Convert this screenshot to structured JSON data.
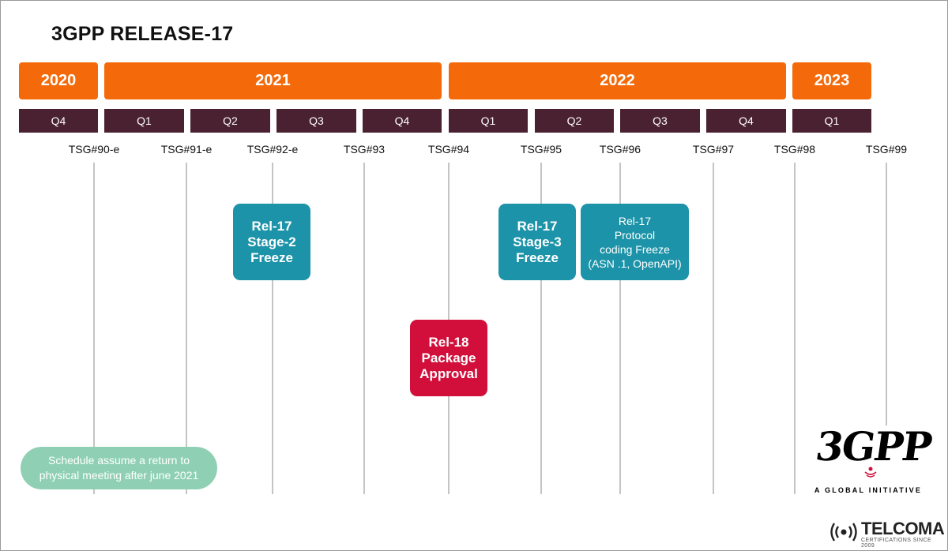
{
  "title": "3GPP RELEASE-17",
  "years": [
    {
      "label": "2020"
    },
    {
      "label": "2021"
    },
    {
      "label": "2022"
    },
    {
      "label": "2023"
    }
  ],
  "quarters": [
    "Q4",
    "Q1",
    "Q2",
    "Q3",
    "Q4",
    "Q1",
    "Q2",
    "Q3",
    "Q4",
    "Q1"
  ],
  "meetings": [
    "TSG#90-e",
    "TSG#91-e",
    "TSG#92-e",
    "TSG#93",
    "TSG#94",
    "TSG#95",
    "TSG#96",
    "TSG#97",
    "TSG#98",
    "TSG#99"
  ],
  "milestones": {
    "stage2": [
      "Rel-17",
      "Stage-2",
      "Freeze"
    ],
    "stage3": [
      "Rel-17",
      "Stage-3",
      "Freeze"
    ],
    "protocol": [
      "Rel-17",
      "Protocol",
      "coding Freeze",
      "(ASN .1, OpenAPI)"
    ],
    "rel18": [
      "Rel-18",
      "Package",
      "Approval"
    ]
  },
  "note": [
    "Schedule assume a return to",
    "physical meeting after june 2021"
  ],
  "logos": {
    "gpp_mark": "3GPP",
    "gpp_tagline": "A GLOBAL INITIATIVE",
    "telcoma_name": "TELCOMA",
    "telcoma_tagline": "CERTIFICATIONS SINCE 2009"
  },
  "colors": {
    "year_bar": "#f46a0a",
    "quarter_bar": "#4a2130",
    "milestone_teal": "#1c93a8",
    "milestone_red": "#d10f3a",
    "note_green": "#8fd0b4"
  }
}
